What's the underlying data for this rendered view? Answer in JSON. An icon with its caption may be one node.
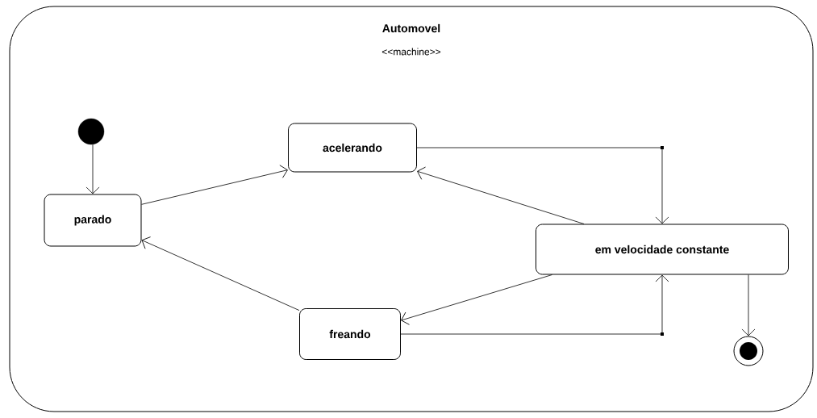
{
  "diagram": {
    "nodes": [
      {
        "text": [
          "Automovel",
          "<<machine>>"
        ]
      },
      {
        "text": [],
        "shape": "circle",
        "in": 0
      },
      {
        "text": [
          "parado"
        ],
        "in": 0
      },
      {
        "text": [
          "acelerando"
        ],
        "in": 0
      },
      {
        "text": [
          "em velocidade constante"
        ],
        "in": 0
      },
      {
        "text": [
          "freando"
        ],
        "in": 0
      },
      {
        "text": [],
        "shape": "bullseye",
        "in": 0
      }
    ],
    "edges": [
      {
        "from": 1,
        "to": 2,
        "arrow": "to"
      },
      {
        "from": 2,
        "to": 3,
        "arrow": "to"
      },
      {
        "from": 3,
        "to": 4,
        "arrow": "to"
      },
      {
        "from": 4,
        "to": 3,
        "arrow": "to"
      },
      {
        "from": 4,
        "to": 5,
        "arrow": "to"
      },
      {
        "from": 5,
        "to": 2,
        "arrow": "to"
      },
      {
        "from": 5,
        "to": 4,
        "arrow": "to"
      },
      {
        "from": 4,
        "to": 6,
        "arrow": "to"
      }
    ]
  }
}
